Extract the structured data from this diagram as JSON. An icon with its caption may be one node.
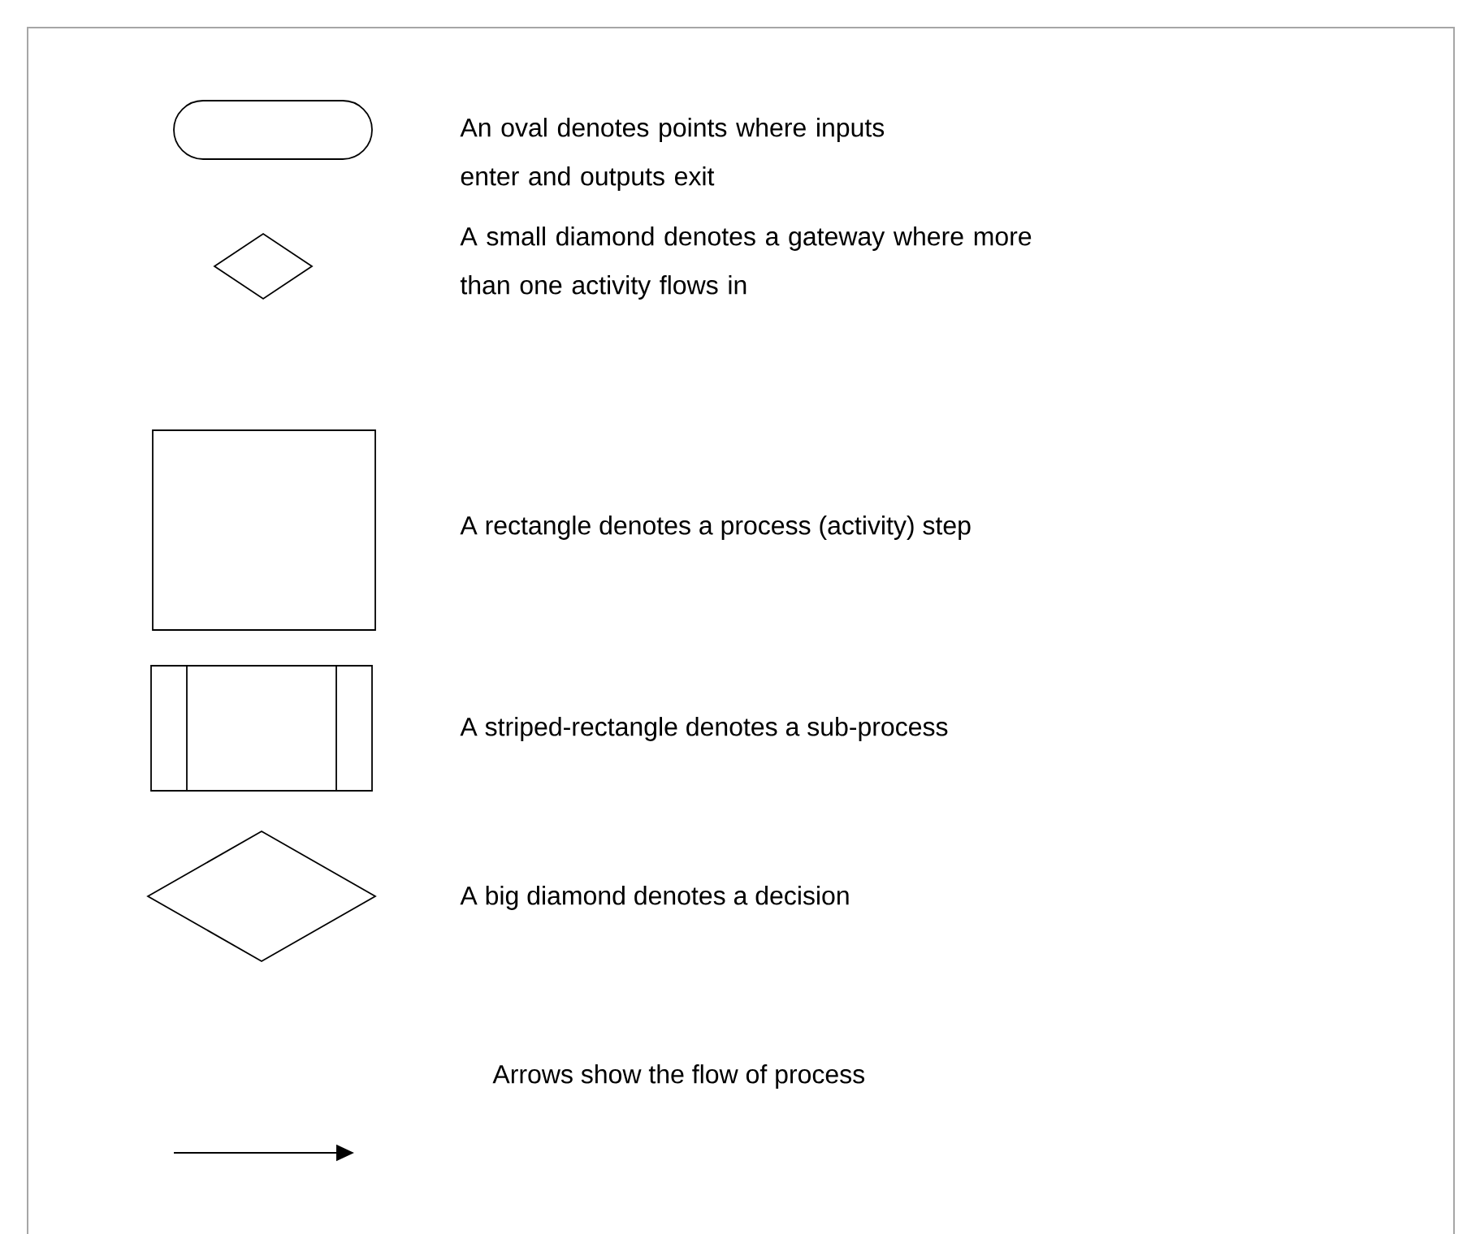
{
  "diagram": {
    "nodes": [
      {
        "text": [],
        "shape": "oval"
      },
      {
        "text": [],
        "shape": "diamond"
      },
      {
        "text": [],
        "shape": "box"
      },
      {
        "text": [],
        "shape": "striped"
      },
      {
        "text": [],
        "shape": "diamond"
      }
    ],
    "labels": [
      "An oval denotes points where inputs enter and outputs exit",
      "A small diamond denotes a gateway where more than one activity flows in",
      "A rectangle denotes a process (activity) step",
      "A striped-rectangle denotes a sub-process",
      "A big diamond denotes a decision",
      "Arrows show the flow of process"
    ]
  }
}
